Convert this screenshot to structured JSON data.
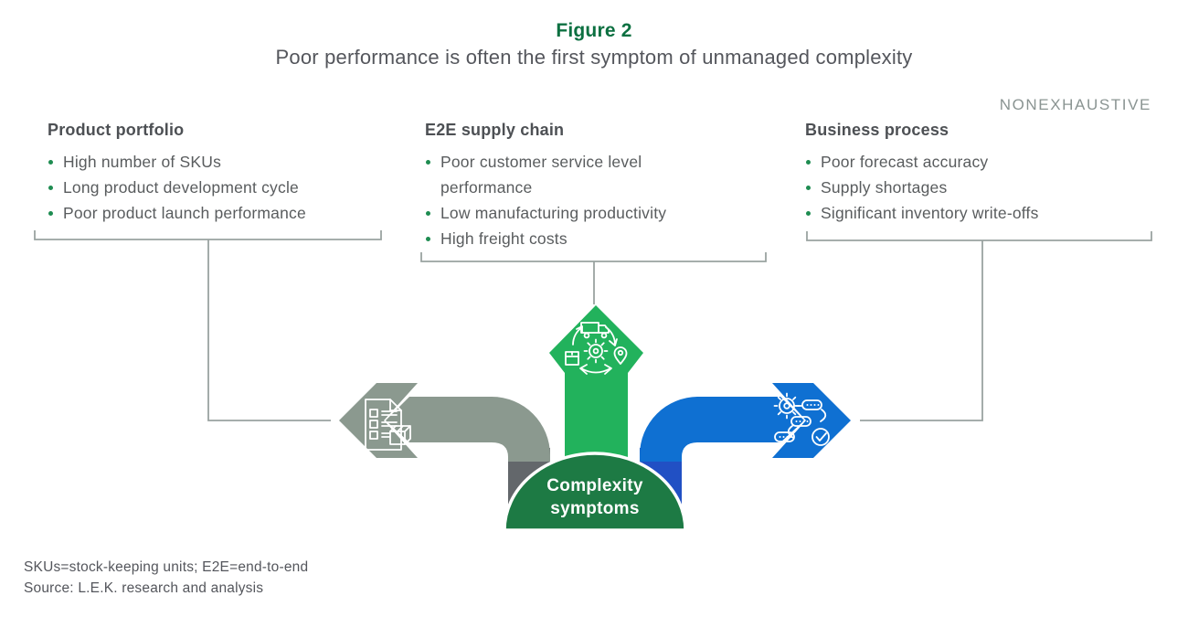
{
  "figure": {
    "label": "Figure 2",
    "subtitle": "Poor performance is often the first symptom of unmanaged complexity"
  },
  "annotation": "NONEXHAUSTIVE",
  "columns": [
    {
      "header": "Product portfolio",
      "items": [
        "High number of SKUs",
        "Long product development cycle",
        "Poor product launch performance"
      ]
    },
    {
      "header": "E2E supply chain",
      "items": [
        "Poor customer service level performance",
        "Low manufacturing productivity",
        "High freight costs"
      ]
    },
    {
      "header": "Business process",
      "items": [
        "Poor forecast accuracy",
        "Supply shortages",
        "Significant inventory write-offs"
      ]
    }
  ],
  "center": {
    "line1": "Complexity",
    "line2": "symptoms"
  },
  "icons": {
    "left": "document-checklist-box-icon",
    "top": "supply-chain-cycle-icon",
    "right": "process-flow-check-icon"
  },
  "footnotes": {
    "abbreviations": "SKUs=stock-keeping units; E2E=end-to-end",
    "source": "Source: L.E.K. research and analysis"
  },
  "colors": {
    "title_green": "#0c7041",
    "text_gray": "#54565c",
    "bullet_green": "#1e8c51",
    "annotation_gray": "#8a9492",
    "line_gray": "#9aa3a1",
    "arrow_gray": "#8b998f",
    "arrow_gray_dark": "#63676b",
    "arrow_green": "#22b25c",
    "dome_green": "#1d7a44",
    "arrow_blue": "#0f70d2",
    "arrow_blue_dark": "#2150c4"
  }
}
